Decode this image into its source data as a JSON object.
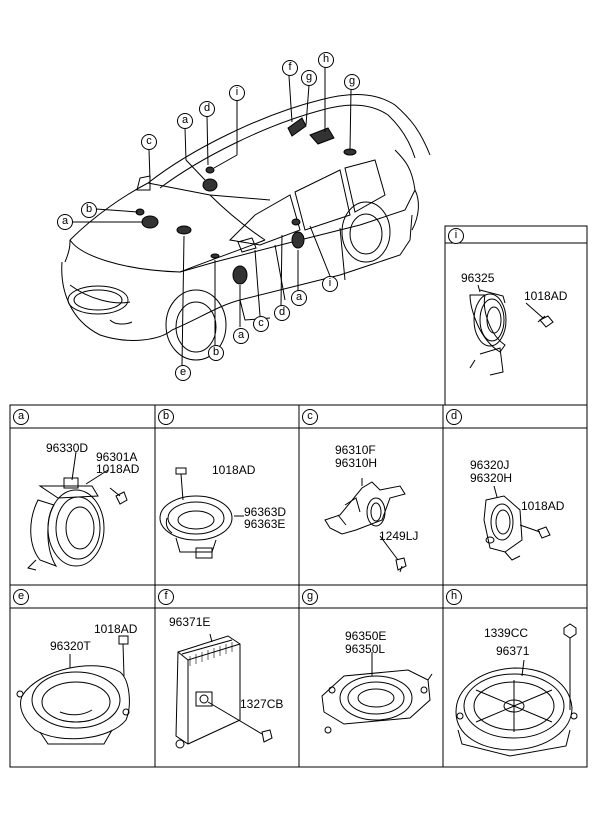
{
  "callouts": {
    "car_f": "f",
    "car_h": "h",
    "car_g1": "g",
    "car_g2": "g",
    "car_a1": "a",
    "car_d1": "d",
    "car_i1": "i",
    "car_c1": "c",
    "car_b1": "b",
    "car_a2": "a",
    "car_e": "e",
    "car_b2": "b",
    "car_c2": "c",
    "car_d2": "d",
    "car_a3": "a",
    "car_i2": "i"
  },
  "panels": {
    "i": {
      "letter": "i",
      "parts": [
        "96325",
        "1018AD"
      ]
    },
    "a": {
      "letter": "a",
      "parts": [
        "96330D",
        "96301A",
        "1018AD"
      ]
    },
    "b": {
      "letter": "b",
      "parts": [
        "1018AD",
        "96363D",
        "96363E"
      ]
    },
    "c": {
      "letter": "c",
      "parts": [
        "96310F",
        "96310H",
        "1249LJ"
      ]
    },
    "d": {
      "letter": "d",
      "parts": [
        "96320J",
        "96320H",
        "1018AD"
      ]
    },
    "e": {
      "letter": "e",
      "parts": [
        "1018AD",
        "96320T"
      ]
    },
    "f": {
      "letter": "f",
      "parts": [
        "96371E",
        "1327CB"
      ]
    },
    "g": {
      "letter": "g",
      "parts": [
        "96350E",
        "96350L"
      ]
    },
    "h": {
      "letter": "h",
      "parts": [
        "1339CC",
        "96371"
      ]
    }
  }
}
